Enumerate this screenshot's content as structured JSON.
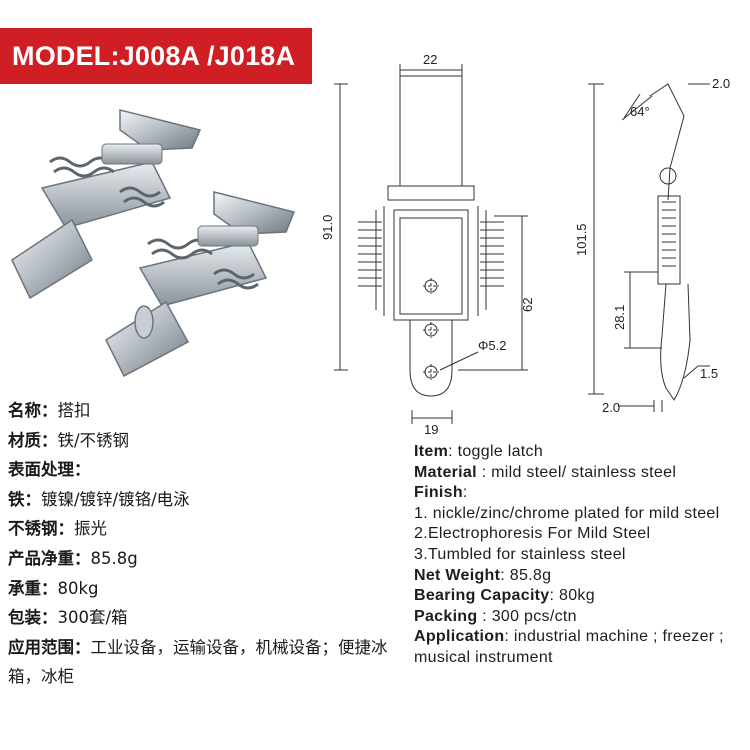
{
  "banner": {
    "title": "MODEL:J008A /J018A"
  },
  "drawing": {
    "top_width": "22",
    "overall_height": "91.0",
    "hole_spacing": "62",
    "hole_dia": "Φ5.2",
    "bottom_width": "19",
    "side_height": "101.5",
    "angle": "64°",
    "thickness_top": "2.0",
    "mid_height": "28.1",
    "hook_thickness": "1.5",
    "bottom_thickness": "2.0"
  },
  "cn": {
    "name_label": "名称：",
    "name_value": "搭扣",
    "material_label": "材质：",
    "material_value": "铁/不锈钢",
    "finish_label": "表面处理：",
    "iron_label": "铁：",
    "iron_value": "镀镍/镀锌/镀铬/电泳",
    "stainless_label": "不锈钢：",
    "stainless_value": "振光",
    "weight_label": "产品净重：",
    "weight_value": "85.8g",
    "load_label": "承重：",
    "load_value": "80kg",
    "pack_label": "包装：",
    "pack_value": "300套/箱",
    "app_label": "应用范围：",
    "app_value": "工业设备，运输设备，机械设备；便捷冰箱，冰柜"
  },
  "en": {
    "item_label": "Item",
    "item_value": ": toggle latch",
    "material_label": "Material",
    "material_value": " : mild steel/ stainless steel",
    "finish_label": "Finish",
    "finish_colon": ":",
    "finish_1": "1. nickle/zinc/chrome plated for mild steel",
    "finish_2": "2.Electrophoresis For Mild Steel",
    "finish_3": "3.Tumbled for stainless steel",
    "weight_label": "Net Weight",
    "weight_value": ": 85.8g",
    "bearing_label": "Bearing Capacity",
    "bearing_value": ": 80kg",
    "packing_label": "Packing",
    "packing_value": " : 300 pcs/ctn",
    "app_label": "Application",
    "app_value": ": industrial machine ; freezer ; musical instrument"
  }
}
